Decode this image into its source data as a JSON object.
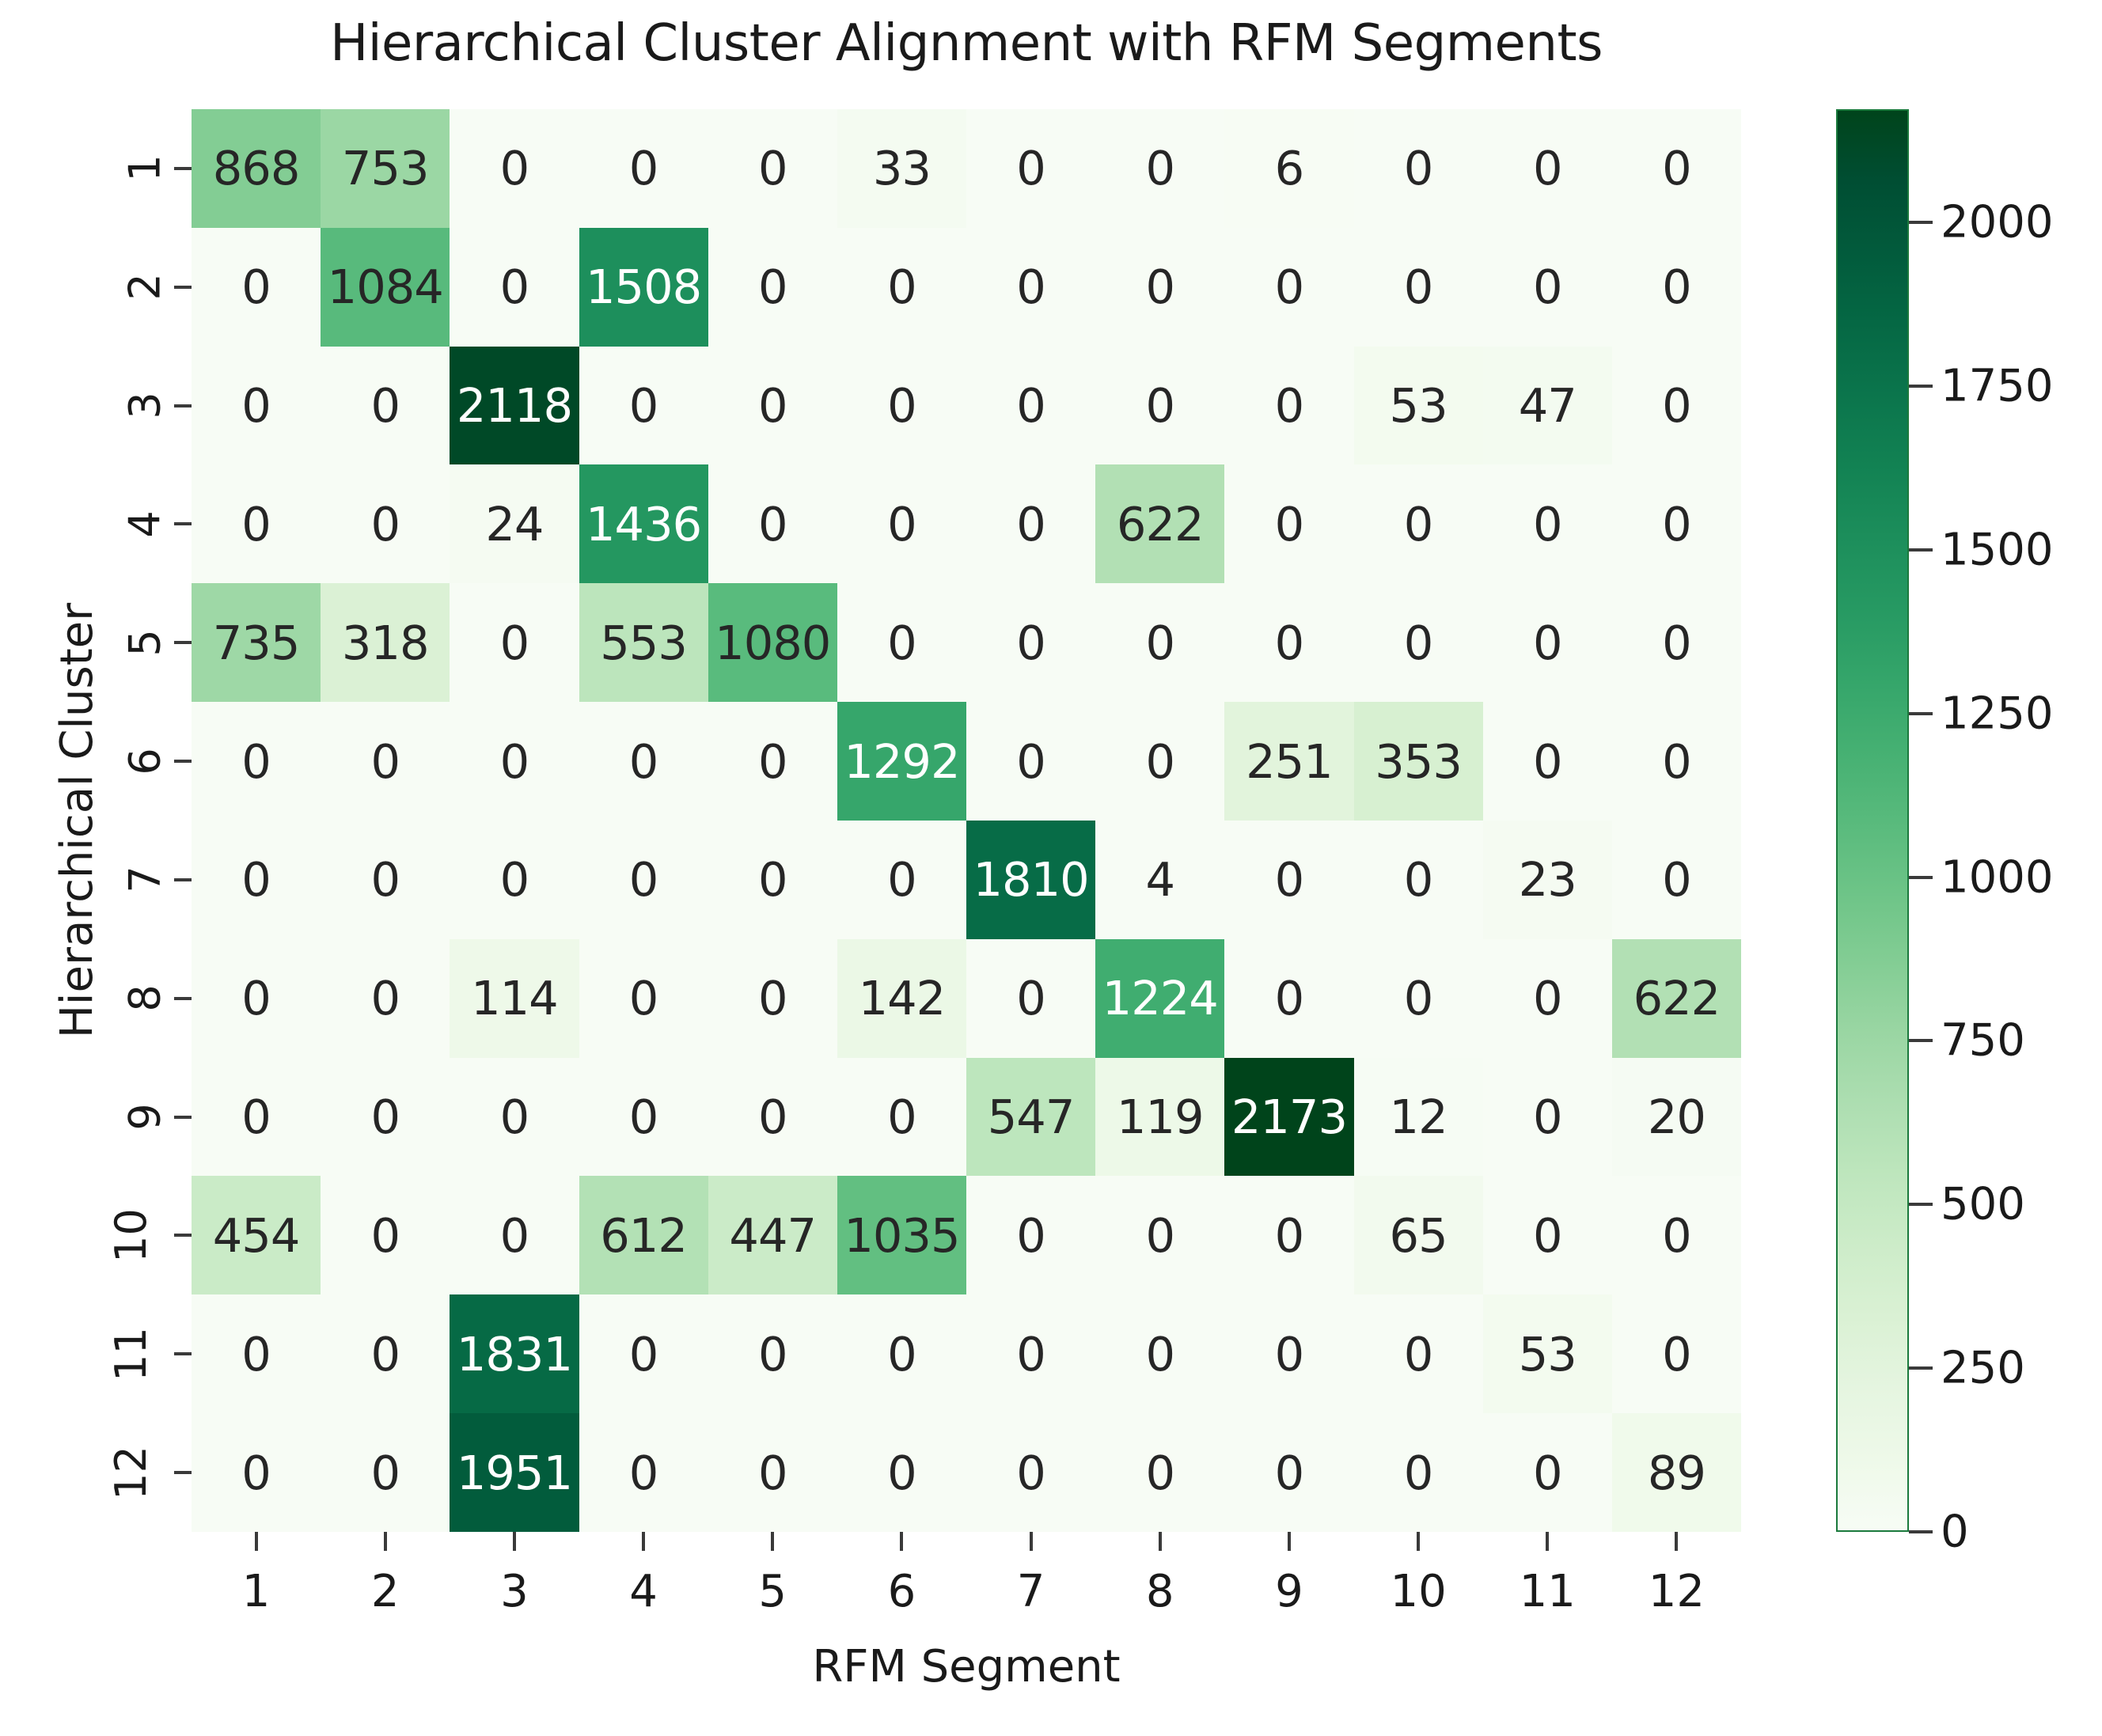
{
  "chart_data": {
    "type": "heatmap",
    "title": "Hierarchical Cluster Alignment with RFM Segments",
    "xlabel": "RFM Segment",
    "ylabel": "Hierarchical Cluster",
    "x_tick_labels": [
      "1",
      "2",
      "3",
      "4",
      "5",
      "6",
      "7",
      "8",
      "9",
      "10",
      "11",
      "12"
    ],
    "y_tick_labels": [
      "1",
      "2",
      "3",
      "4",
      "5",
      "6",
      "7",
      "8",
      "9",
      "10",
      "11",
      "12"
    ],
    "colormap": "Greens",
    "grid": false,
    "legend_position": "right-colorbar",
    "colorbar": {
      "ticks": [
        0,
        250,
        500,
        750,
        1000,
        1250,
        1500,
        1750,
        2000
      ],
      "tick_labels": [
        "0",
        "250",
        "500",
        "750",
        "1000",
        "1250",
        "1500",
        "1750",
        "2000"
      ],
      "vmin": 0,
      "vmax": 2173,
      "low_color": "#f7fcf5",
      "high_color": "#00441b"
    },
    "annotation_text_light": "#ffffff",
    "annotation_text_dark": "#262626",
    "rows": [
      {
        "label": "1",
        "values": [
          868,
          753,
          0,
          0,
          0,
          33,
          0,
          0,
          6,
          0,
          0,
          0
        ]
      },
      {
        "label": "2",
        "values": [
          0,
          1084,
          0,
          1508,
          0,
          0,
          0,
          0,
          0,
          0,
          0,
          0
        ]
      },
      {
        "label": "3",
        "values": [
          0,
          0,
          2118,
          0,
          0,
          0,
          0,
          0,
          0,
          53,
          47,
          0
        ]
      },
      {
        "label": "4",
        "values": [
          0,
          0,
          24,
          1436,
          0,
          0,
          0,
          622,
          0,
          0,
          0,
          0
        ]
      },
      {
        "label": "5",
        "values": [
          735,
          318,
          0,
          553,
          1080,
          0,
          0,
          0,
          0,
          0,
          0,
          0
        ]
      },
      {
        "label": "6",
        "values": [
          0,
          0,
          0,
          0,
          0,
          1292,
          0,
          0,
          251,
          353,
          0,
          0
        ]
      },
      {
        "label": "7",
        "values": [
          0,
          0,
          0,
          0,
          0,
          0,
          1810,
          4,
          0,
          0,
          23,
          0
        ]
      },
      {
        "label": "8",
        "values": [
          0,
          0,
          114,
          0,
          0,
          142,
          0,
          1224,
          0,
          0,
          0,
          622
        ]
      },
      {
        "label": "9",
        "values": [
          0,
          0,
          0,
          0,
          0,
          0,
          547,
          119,
          2173,
          12,
          0,
          20
        ]
      },
      {
        "label": "10",
        "values": [
          454,
          0,
          0,
          612,
          447,
          1035,
          0,
          0,
          0,
          65,
          0,
          0
        ]
      },
      {
        "label": "11",
        "values": [
          0,
          0,
          1831,
          0,
          0,
          0,
          0,
          0,
          0,
          0,
          53,
          0
        ]
      },
      {
        "label": "12",
        "values": [
          0,
          0,
          1951,
          0,
          0,
          0,
          0,
          0,
          0,
          0,
          0,
          89
        ]
      }
    ]
  }
}
